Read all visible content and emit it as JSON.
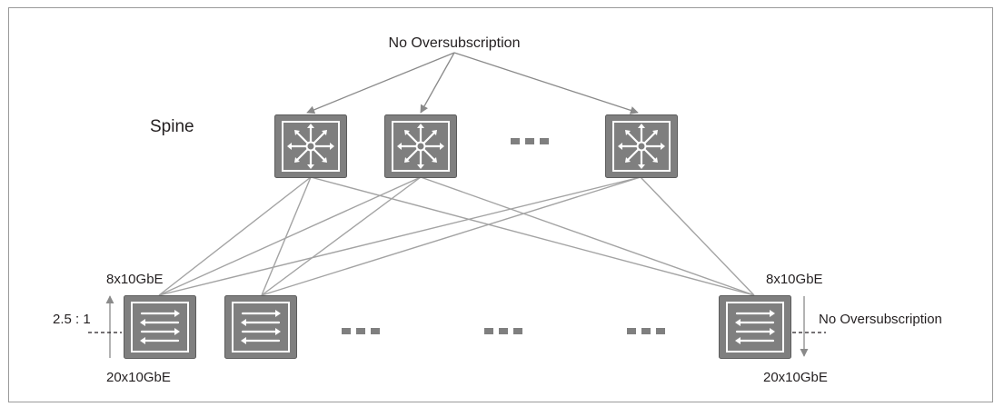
{
  "diagram": {
    "spine_label": "Spine",
    "top_annotation": "No Oversubscription",
    "right_annotation": "No Oversubscription",
    "left_leaf": {
      "uplink": "8x10GbE",
      "downlink": "20x10GbE",
      "ratio": "2.5 : 1"
    },
    "right_leaf": {
      "uplink": "8x10GbE",
      "downlink": "20x10GbE"
    },
    "colors": {
      "switch_fill": "#7f7f7f",
      "switch_border": "#5c5c5c",
      "link": "#a3a3a3",
      "arrow": "#8a8a8a",
      "text": "#231f20"
    },
    "icons": {
      "spine_switch": "router-icon",
      "leaf_switch": "switch-icon"
    }
  }
}
